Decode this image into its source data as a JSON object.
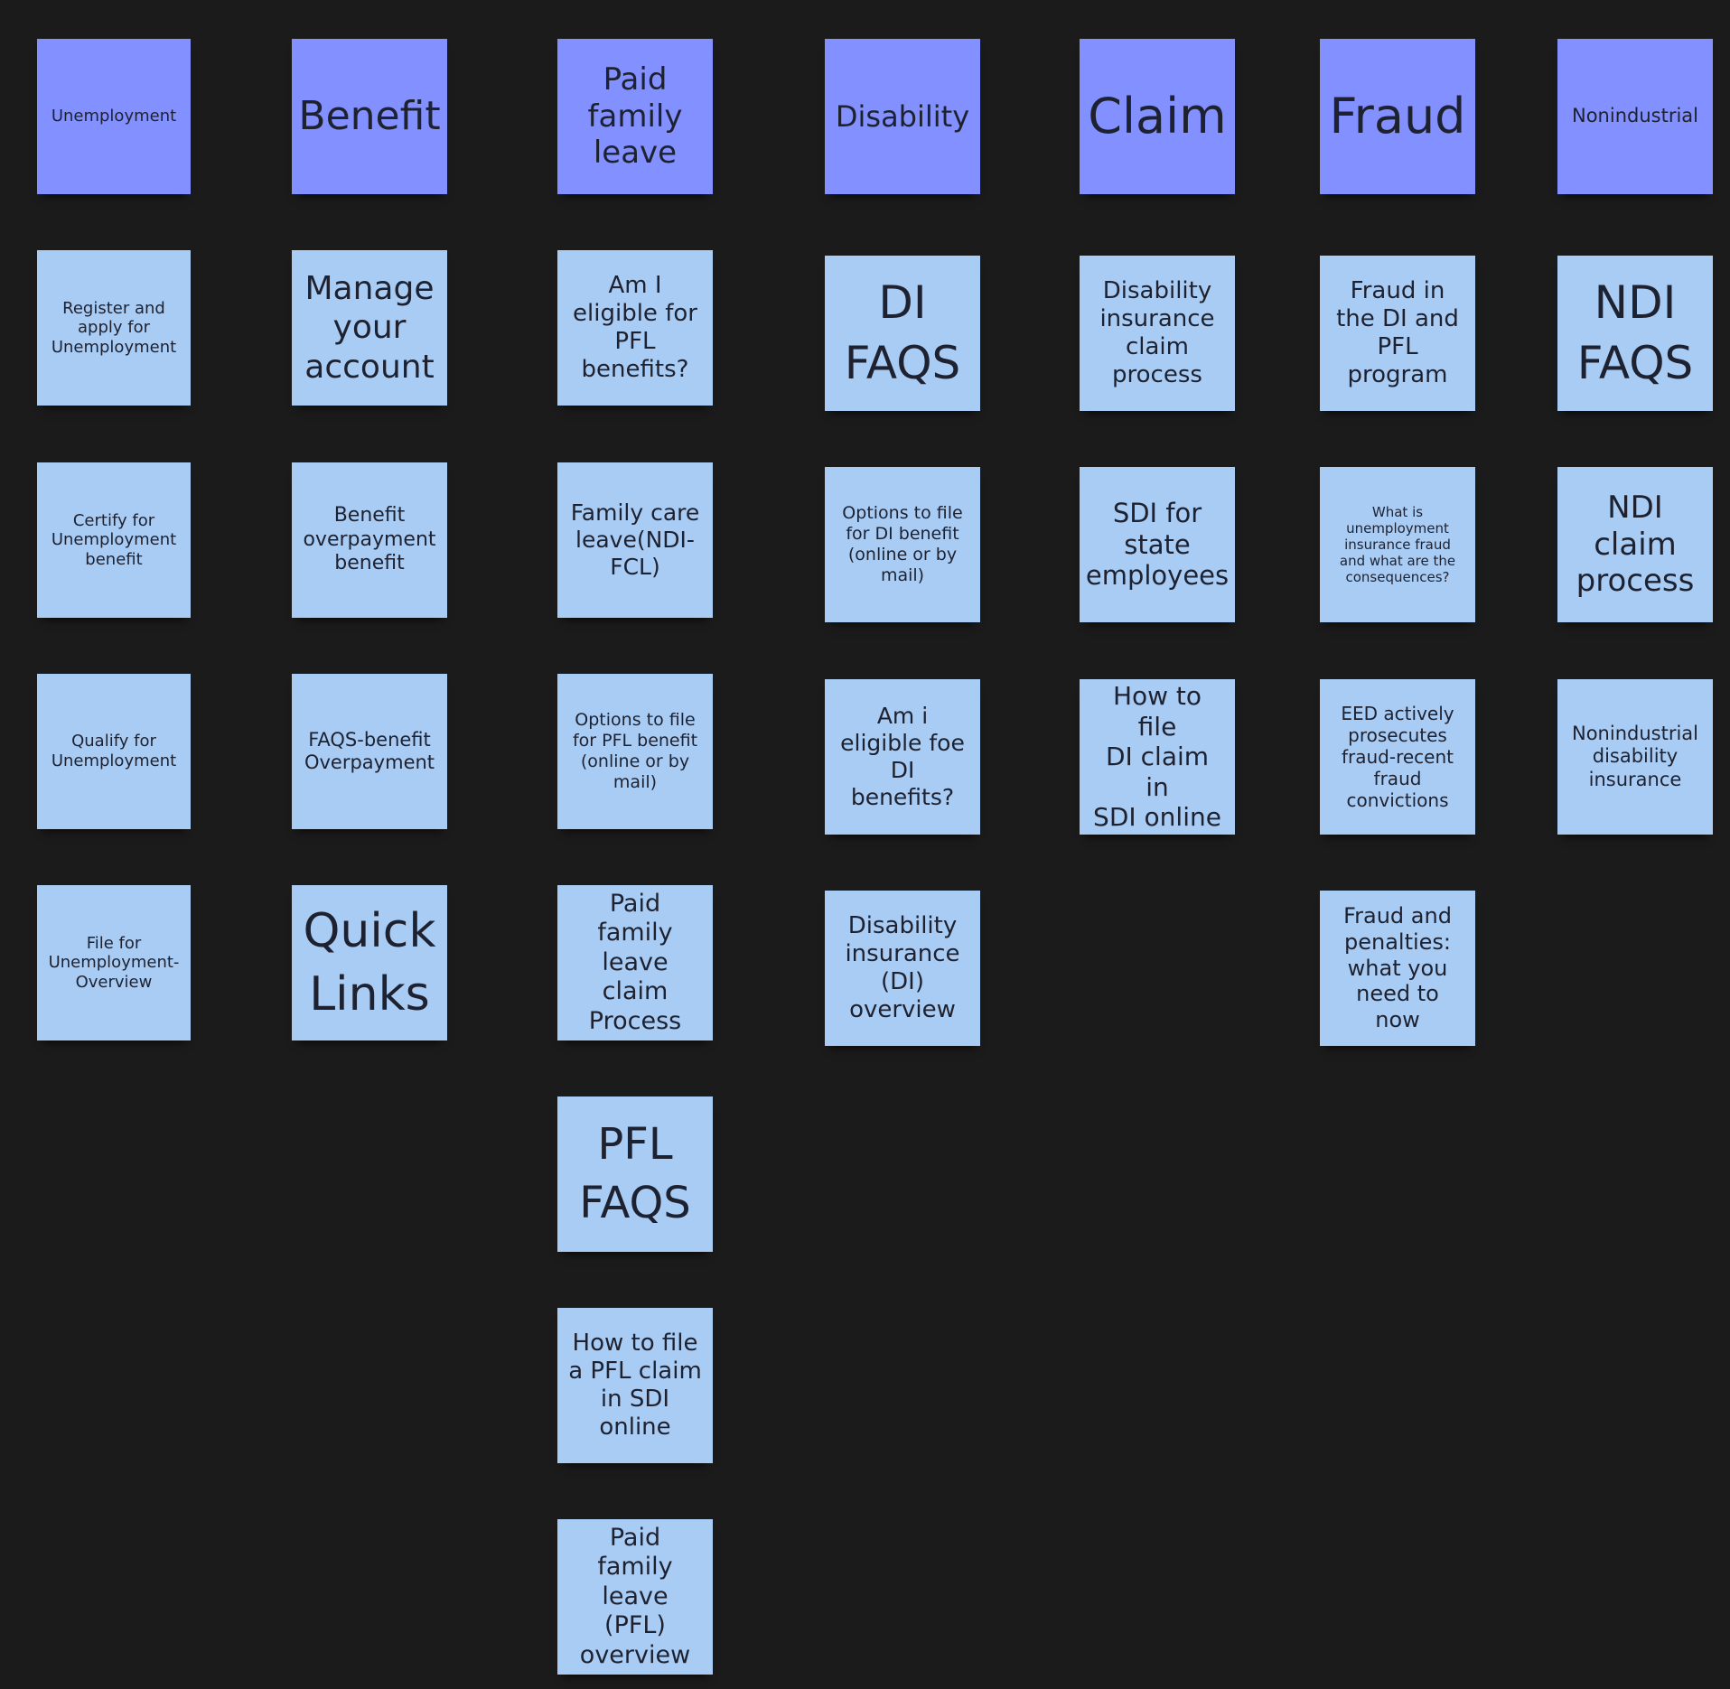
{
  "colors": {
    "canvas": "#1c1b1c",
    "header_note": "#8291ff",
    "item_note": "#a9ccf5",
    "text": "#1e2230"
  },
  "columns": [
    {
      "header": "Unemployment",
      "items": [
        "Register and\napply for\nUnemployment",
        "Certify for\nUnemployment\nbenefit",
        "Qualify for\nUnemployment",
        "File for\nUnemployment-\nOverview"
      ]
    },
    {
      "header": "Benefit",
      "items": [
        "Manage\nyour\naccount",
        "Benefit\noverpayment\nbenefit",
        "FAQS-benefit\nOverpayment",
        "Quick\nLinks"
      ]
    },
    {
      "header": "Paid\nfamily\nleave",
      "items": [
        "Am I\neligible for\nPFL\nbenefits?",
        "Family care\nleave(NDI-\nFCL)",
        "Options to file\nfor PFL benefit\n(online or by\nmail)",
        "Paid family\nleave claim\nProcess",
        "PFL\nFAQS",
        "How to file\na PFL claim\nin SDI\nonline",
        "Paid family\nleave (PFL)\noverview"
      ]
    },
    {
      "header": "Disability",
      "items": [
        "DI\nFAQS",
        "Options to file\nfor DI benefit\n(online or by\nmail)",
        "Am i\neligible foe\nDI benefits?",
        "Disability\ninsurance\n(DI)\noverview"
      ]
    },
    {
      "header": "Claim",
      "items": [
        "Disability\ninsurance\nclaim\nprocess",
        "SDI for\nstate\nemployees",
        "How to file\nDI claim in\nSDI online"
      ]
    },
    {
      "header": "Fraud",
      "items": [
        "Fraud in\nthe DI and\nPFL\nprogram",
        "What is\nunemployment\ninsurance fraud\nand what are the\nconsequences?",
        "EED actively\nprosecutes\nfraud-recent\nfraud\nconvictions",
        "Fraud and\npenalties:\nwhat you\nneed to now"
      ]
    },
    {
      "header": "Nonindustrial",
      "items": [
        "NDI\nFAQS",
        "NDI\nclaim\nprocess",
        "Nonindustrial\ndisability\ninsurance"
      ]
    }
  ]
}
